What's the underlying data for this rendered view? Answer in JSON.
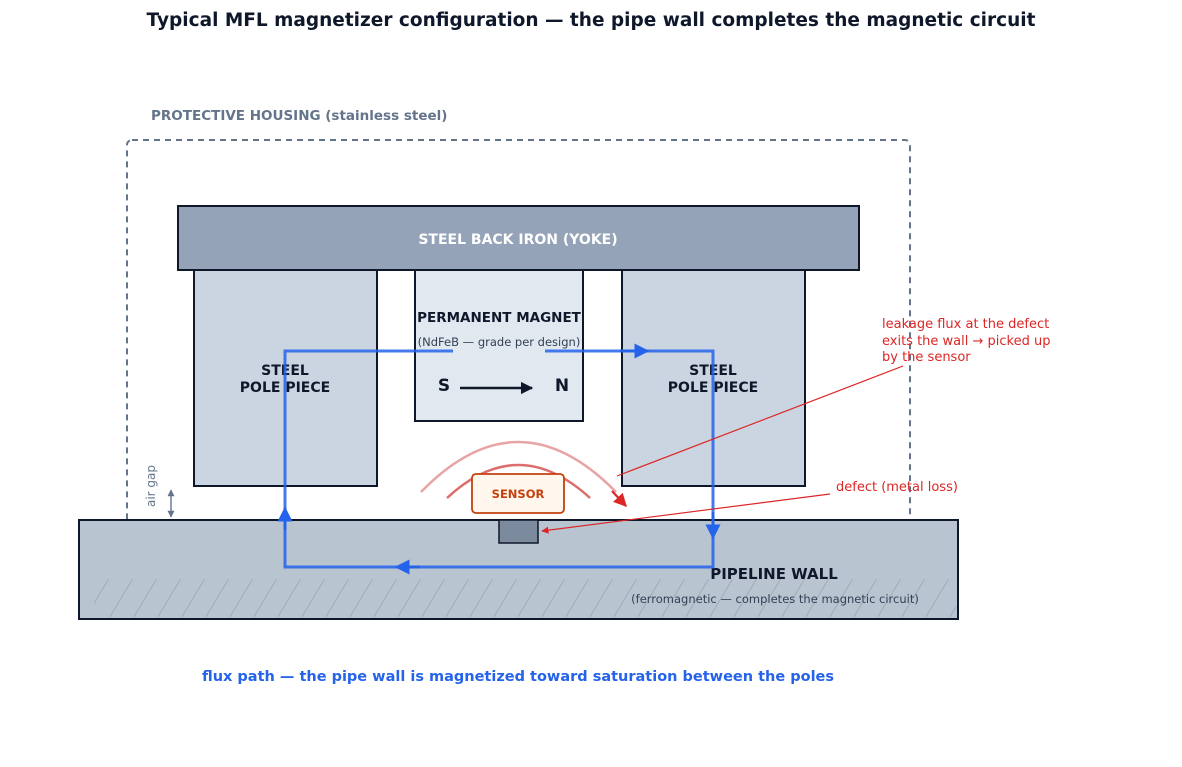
{
  "title": "Typical MFL magnetizer configuration — the pipe wall completes the magnetic circuit",
  "housing": {
    "label": "PROTECTIVE HOUSING (stainless steel)"
  },
  "yoke": {
    "label": "STEEL BACK IRON (YOKE)"
  },
  "pole_left": {
    "line1": "STEEL",
    "line2": "POLE PIECE"
  },
  "pole_right": {
    "line1": "STEEL",
    "line2": "POLE PIECE"
  },
  "magnet": {
    "label": "PERMANENT MAGNET",
    "sublabel": "(NdFeB — grade per design)",
    "south": "S",
    "north": "N"
  },
  "sensor": {
    "label": "SENSOR"
  },
  "air_gap": {
    "label": "air gap"
  },
  "pipe_wall": {
    "label": "PIPELINE WALL",
    "sublabel": "(ferromagnetic — completes the magnetic circuit)"
  },
  "annotations": {
    "leakage_line1": "leakage flux at the defect",
    "leakage_line2": "exits the wall → picked up",
    "leakage_line3": "by the sensor",
    "defect": "defect (metal loss)"
  },
  "caption": "flux path — the pipe wall is magnetized toward saturation between the poles",
  "colors": {
    "title": "#0f172a",
    "housing": "#64748b",
    "yoke_fill": "#94a3b8",
    "pole_fill": "#cbd5e1",
    "magnet_fill": "#e2e8f0",
    "pipe_fill": "#b8c4cf",
    "flux": "#2563eb",
    "annotation": "#dc2626",
    "sensor_stroke": "#c2410c",
    "sensor_fill": "#fff7ed"
  }
}
